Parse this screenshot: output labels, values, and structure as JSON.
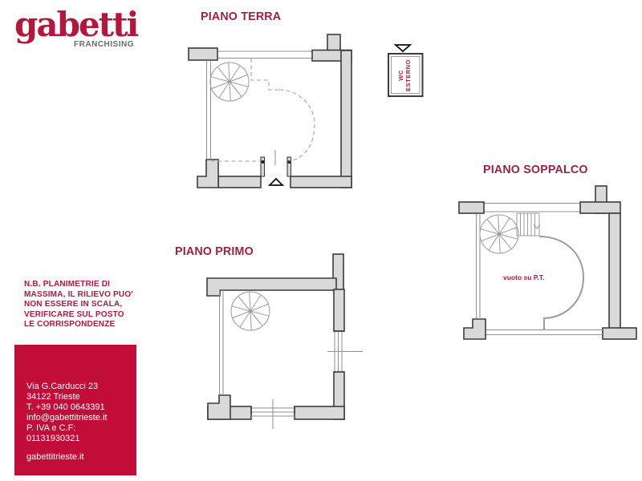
{
  "brand": {
    "name": "gabetti",
    "subtitle": "FRANCHISING"
  },
  "plans": {
    "terra": {
      "title": "PIANO TERRA"
    },
    "primo": {
      "title": "PIANO PRIMO"
    },
    "soppalco": {
      "title": "PIANO SOPPALCO",
      "annotation": "vuoto su P.T."
    }
  },
  "wc": {
    "line1": "WC",
    "line2": "ESTERNO"
  },
  "note": {
    "text": "N.B. PLANIMETRIE DI\nMASSIMA, IL RILIEVO PUO'\nNON ESSERE IN SCALA,\nVERIFICARE SUL POSTO\nLE CORRISPONDENZE"
  },
  "contact": {
    "lines": [
      "Via G.Carducci 23",
      "34122 Trieste",
      "T. +39 040 0643391",
      "info@gabettitrieste.it",
      "P. IVA e C.F: 01131930321"
    ],
    "website": "gabettitrieste.it"
  },
  "colors": {
    "brand_red": "#b5173c",
    "title_red": "#9e2143",
    "box_red": "#c30d39",
    "wall_fill": "#d9d9d9",
    "wall_stroke": "#3d3d3d"
  }
}
